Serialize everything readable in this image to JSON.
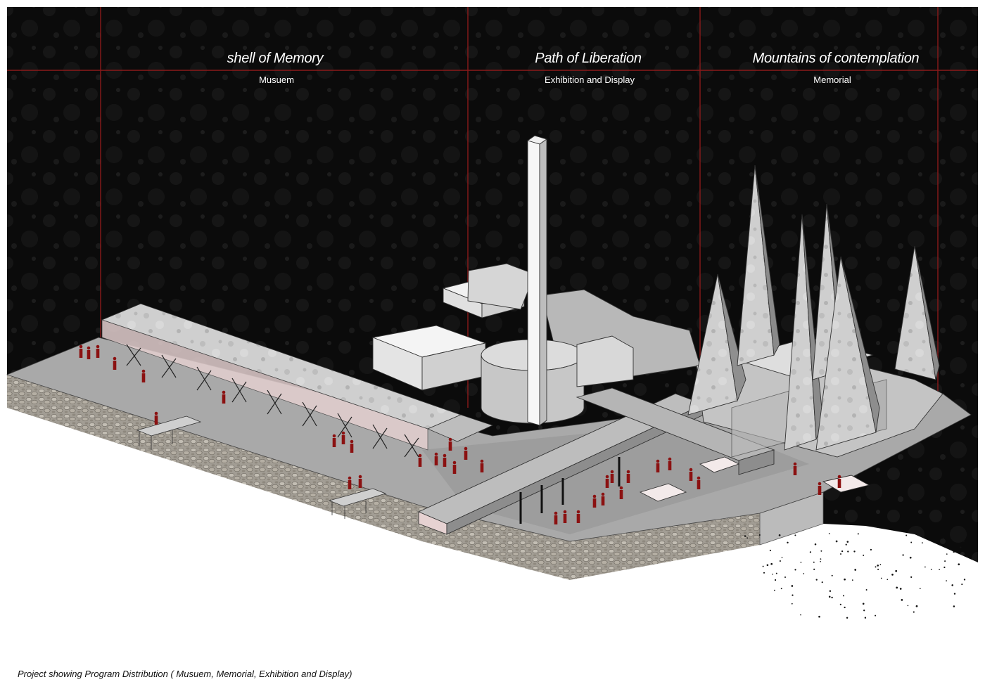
{
  "zones": [
    {
      "title": "shell of Memory",
      "subtitle": "Musuem"
    },
    {
      "title": "Path of Liberation",
      "subtitle": "Exhibition and Display"
    },
    {
      "title": "Mountains of contemplation",
      "subtitle": "Memorial"
    }
  ],
  "caption": "Project showing Program Distribution ( Musuem, Memorial, Exhibition and Display)",
  "colors": {
    "background": "#0b0b0b",
    "grid_line": "#8b1a1a",
    "figure": "#8b1111",
    "concrete": "#c9c9c9",
    "stone_base": "#a29d94"
  }
}
